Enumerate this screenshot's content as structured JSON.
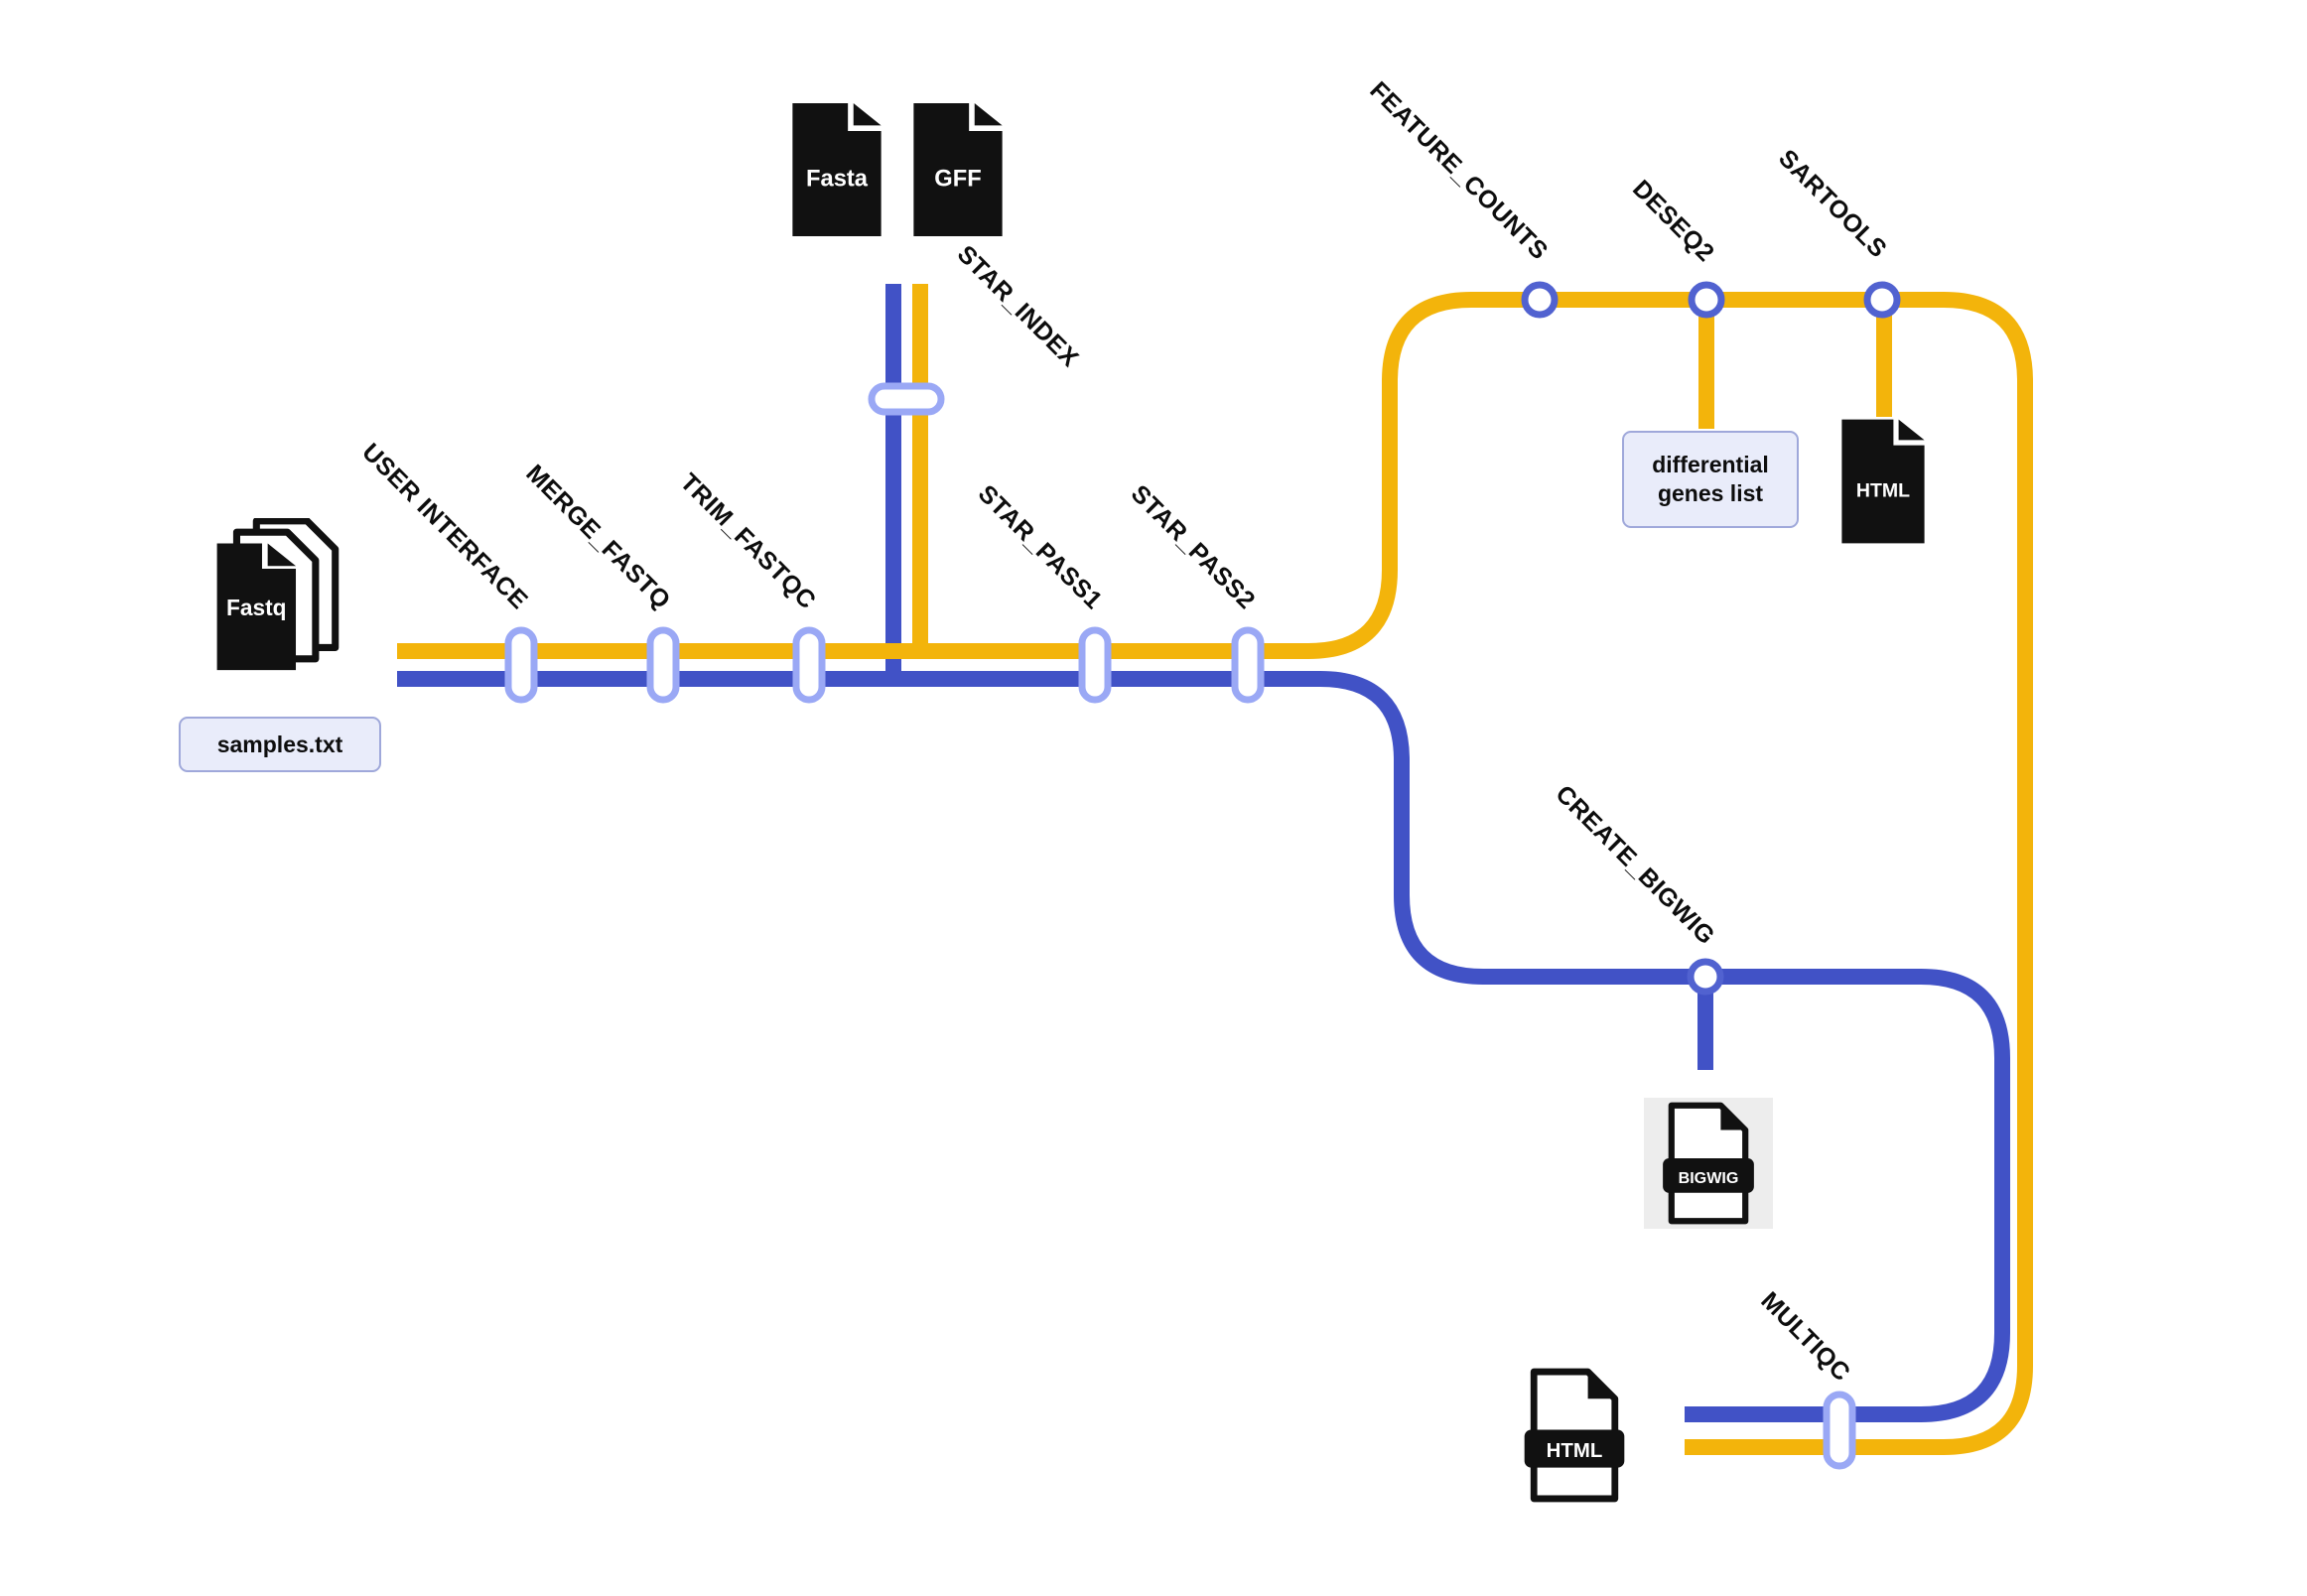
{
  "colors": {
    "line_yellow": "#F3B40B",
    "line_blue": "#4152C6",
    "station_pill_border": "#9AA8F5",
    "station_circle_border": "#5162D0",
    "note_bg": "#E9ECFA",
    "note_border": "#9FA8DA",
    "icon_ink": "#111111"
  },
  "stations": [
    {
      "id": "user_interface",
      "label": "USER INTERFACE"
    },
    {
      "id": "merge_fastq",
      "label": "MERGE_FASTQ"
    },
    {
      "id": "trim_fastqc",
      "label": "TRIM_FASTQC"
    },
    {
      "id": "star_index",
      "label": "STAR_INDEX"
    },
    {
      "id": "star_pass1",
      "label": "STAR_PASS1"
    },
    {
      "id": "star_pass2",
      "label": "STAR_PASS2"
    },
    {
      "id": "feature_counts",
      "label": "FEATURE_COUNTS"
    },
    {
      "id": "deseq2",
      "label": "DESEQ2"
    },
    {
      "id": "sartools",
      "label": "SARTOOLS"
    },
    {
      "id": "create_bigwig",
      "label": "CREATE_BIGWIG"
    },
    {
      "id": "multiqc",
      "label": "MULTIQC"
    }
  ],
  "files": {
    "fastq": {
      "label": "Fastq"
    },
    "fasta": {
      "label": "Fasta"
    },
    "gff": {
      "label": "GFF"
    },
    "html_sartools": {
      "label": "HTML"
    },
    "bigwig": {
      "label": "BIGWIG"
    },
    "html_multiqc": {
      "label": "HTML"
    }
  },
  "annotations": {
    "samples_file": "samples.txt",
    "diff_genes_line1": "differential",
    "diff_genes_line2": "genes list"
  }
}
